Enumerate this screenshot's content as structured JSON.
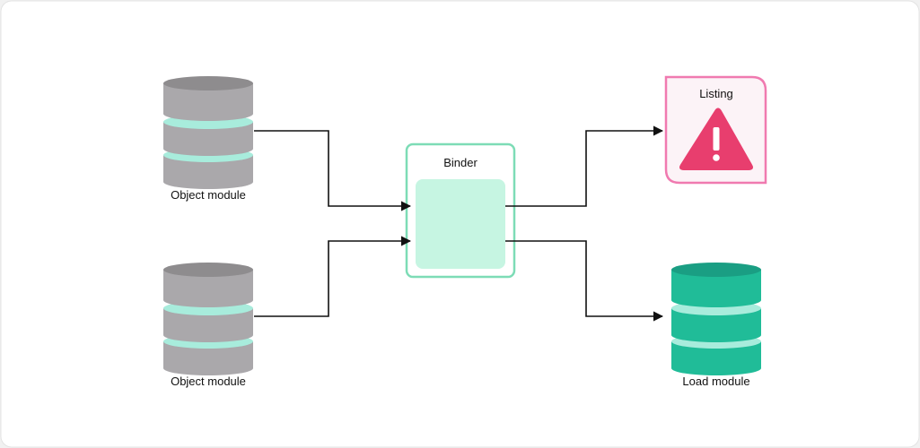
{
  "diagram": {
    "nodes": {
      "object_module_1": {
        "label": "Object module"
      },
      "object_module_2": {
        "label": "Object module"
      },
      "binder": {
        "label": "Binder"
      },
      "listing": {
        "label": "Listing",
        "icon": "warning-icon"
      },
      "load_module": {
        "label": "Load module"
      }
    },
    "edges": [
      {
        "from": "Object module",
        "to": "Binder"
      },
      {
        "from": "Object module",
        "to": "Binder"
      },
      {
        "from": "Binder",
        "to": "Listing"
      },
      {
        "from": "Binder",
        "to": "Load module"
      }
    ]
  },
  "colors": {
    "background": "#ffffff",
    "outer_background": "#f1f1f1",
    "object_disk_top": "#8e8c8e",
    "object_disk_side": "#aaa8ab",
    "object_disk_accent": "#a8ecdc",
    "load_disk_top": "#1a9e83",
    "load_disk_side": "#20bc98",
    "load_disk_accent": "#a8ecdc",
    "binder_border": "#7ddcb6",
    "binder_fill": "#c6f5e2",
    "listing_border": "#f07ab0",
    "listing_fill": "#fcf3f7",
    "warning_red": "#e83e6e",
    "arrow": "#111111"
  }
}
